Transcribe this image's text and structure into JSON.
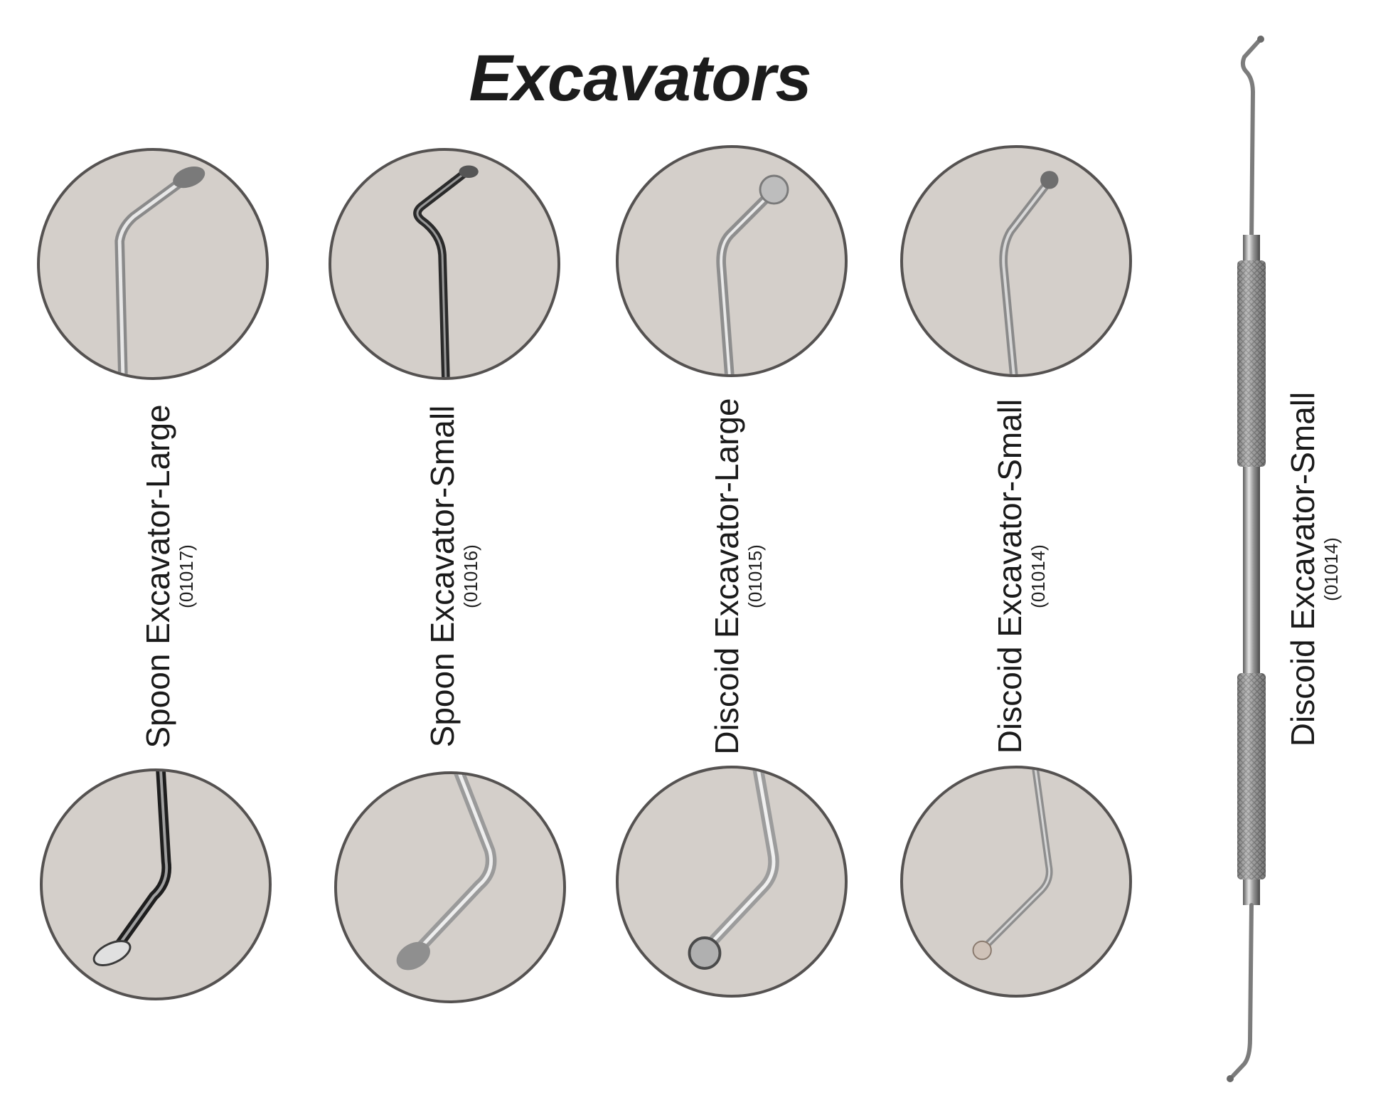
{
  "title": "Excavators",
  "instruments": [
    {
      "name": "Spoon Excavator-Large",
      "code": "(01017)"
    },
    {
      "name": "Spoon Excavator-Small",
      "code": "(01016)"
    },
    {
      "name": "Discoid Excavator-Large",
      "code": "(01015)"
    },
    {
      "name": "Discoid Excavator-Small",
      "code": "(01014)"
    },
    {
      "name": "Discoid Excavator-Small",
      "code": "(01014)"
    }
  ],
  "colors": {
    "circle_fill": "#d4cfca",
    "circle_border": "#555251",
    "steel": "#b7b7b7",
    "steel_dark": "#3a3a3a"
  }
}
